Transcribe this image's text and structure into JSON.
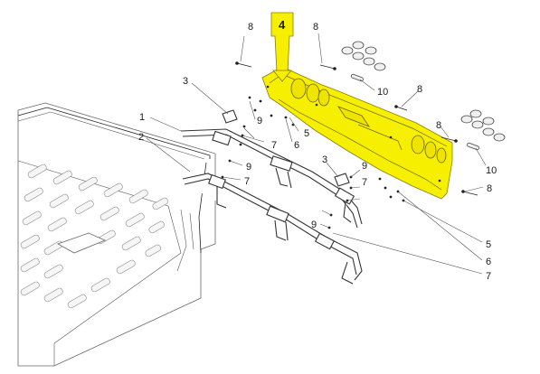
{
  "highlight_color": "#f6ef00",
  "highlighted_part": "4",
  "callouts": {
    "c1": "1",
    "c2": "2",
    "c3a": "3",
    "c3b": "3",
    "c4": "4",
    "c5a": "5",
    "c5b": "5",
    "c6a": "6",
    "c6b": "6",
    "c7a": "7",
    "c7b": "7",
    "c7c": "7",
    "c7d": "7",
    "c8a": "8",
    "c8b": "8",
    "c8c": "8",
    "c8d": "8",
    "c8e": "8",
    "c9a": "9",
    "c9b": "9",
    "c9c": "9",
    "c9d": "9",
    "c10a": "10",
    "c10b": "10"
  }
}
